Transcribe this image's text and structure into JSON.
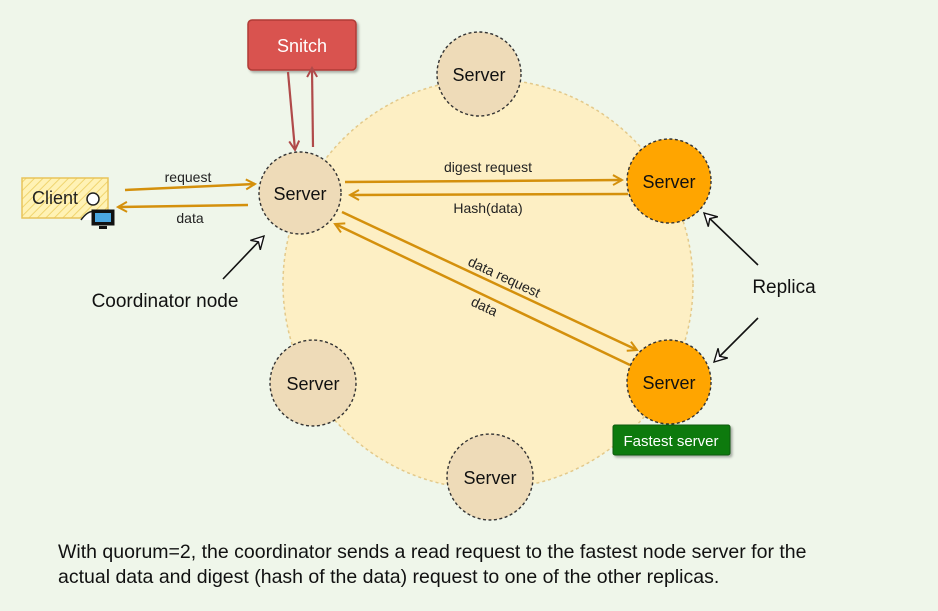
{
  "nodes": {
    "snitch": "Snitch",
    "coordinator": "Server",
    "top": "Server",
    "replica_top": "Server",
    "replica_bottom": "Server",
    "left": "Server",
    "bottom": "Server",
    "client": "Client"
  },
  "labels": {
    "request": "request",
    "data": "data",
    "digest_request": "digest request",
    "hash_data": "Hash(data)",
    "data_request": "data request",
    "data_diag": "data",
    "coordinator_node": "Coordinator node",
    "replica": "Replica",
    "fastest_server": "Fastest server"
  },
  "caption": {
    "line1": "With quorum=2, the coordinator sends a read request to the fastest node server for the",
    "line2": "actual data and digest (hash of the data) request to one of the other replicas."
  },
  "colors": {
    "background": "#eff6ea",
    "ring_fill": "#fdefc4",
    "server_fill": "#eedbb8",
    "replica_fill": "#ffa500",
    "snitch_fill": "#d9534f",
    "arrow": "#d4900c",
    "snitch_arrow": "#b04a4a",
    "fastest_badge": "#0b7a0b"
  }
}
